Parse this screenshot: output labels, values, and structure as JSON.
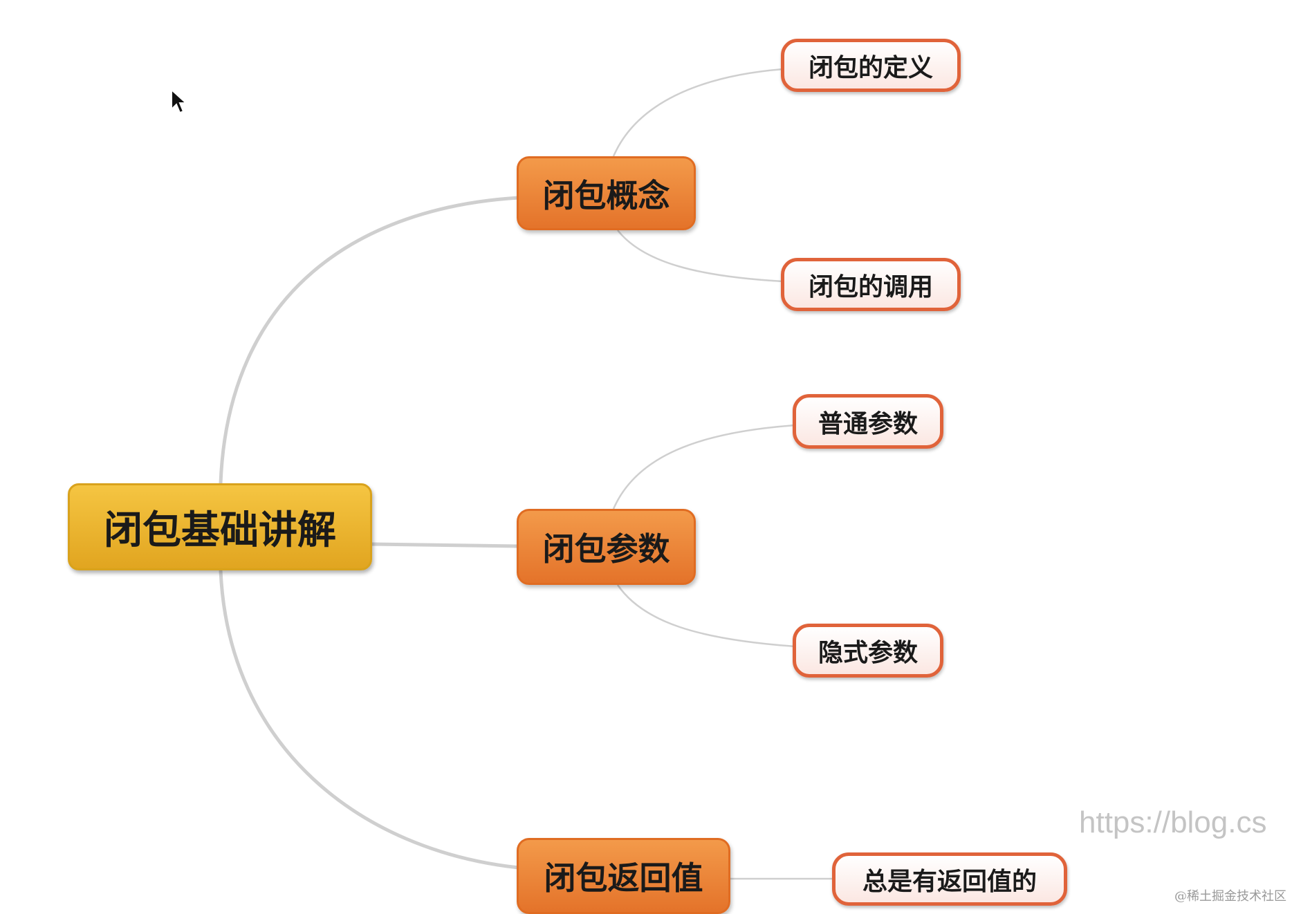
{
  "root": {
    "label": "闭包基础讲解"
  },
  "branches": [
    {
      "label": "闭包概念",
      "children": [
        "闭包的定义",
        "闭包的调用"
      ]
    },
    {
      "label": "闭包参数",
      "children": [
        "普通参数",
        "隐式参数"
      ]
    },
    {
      "label": "闭包返回值",
      "children": [
        "总是有返回值的"
      ]
    }
  ],
  "colors": {
    "root": "#e8b02a",
    "branch": "#e97b30",
    "leaf_border": "#e0633a",
    "connector": "#c8c8c8"
  },
  "watermark": {
    "overlay": "https://blog.cs",
    "credit": "@稀土掘金技术社区"
  }
}
